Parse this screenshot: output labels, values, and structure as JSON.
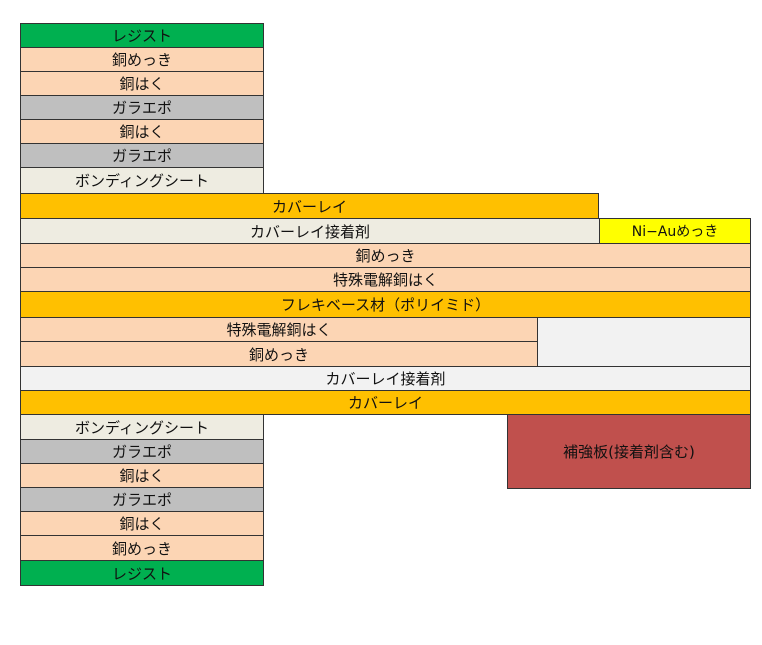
{
  "colors": {
    "resist": "#00b050",
    "copper": "#fcd5b4",
    "glass_epoxy": "#bfbfbf",
    "bonding_sheet": "#eeece1",
    "coverlay": "#ffc000",
    "adhesive": "#eeece1",
    "adhesive_light": "#f2f2f2",
    "niau": "#ffff00",
    "stiffener": "#c0504d",
    "fill_light": "#f2f2f2"
  },
  "layers": {
    "top_resist": "レジスト",
    "top_cu_plating": "銅めっき",
    "top_cu_foil_1": "銅はく",
    "top_glass_epoxy_1": "ガラエポ",
    "top_cu_foil_2": "銅はく",
    "top_glass_epoxy_2": "ガラエポ",
    "top_bonding_sheet": "ボンディングシート",
    "upper_coverlay": "カバーレイ",
    "upper_coverlay_adhesive": "カバーレイ接着剤",
    "niau_plating": "Ni−Auめっき",
    "flex_cu_plating_top": "銅めっき",
    "flex_cu_foil_top": "特殊電解銅はく",
    "flex_base": "フレキベース材（ポリイミド）",
    "flex_cu_foil_bottom": "特殊電解銅はく",
    "flex_cu_plating_bottom": "銅めっき",
    "lower_coverlay_adhesive": "カバーレイ接着剤",
    "lower_coverlay": "カバーレイ",
    "bottom_bonding_sheet": "ボンディングシート",
    "bottom_glass_epoxy_1": "ガラエポ",
    "bottom_cu_foil_1": "銅はく",
    "bottom_glass_epoxy_2": "ガラエポ",
    "bottom_cu_foil_2": "銅はく",
    "bottom_cu_plating": "銅めっき",
    "bottom_resist": "レジスト",
    "stiffener": "補強板(接着剤含む)"
  }
}
